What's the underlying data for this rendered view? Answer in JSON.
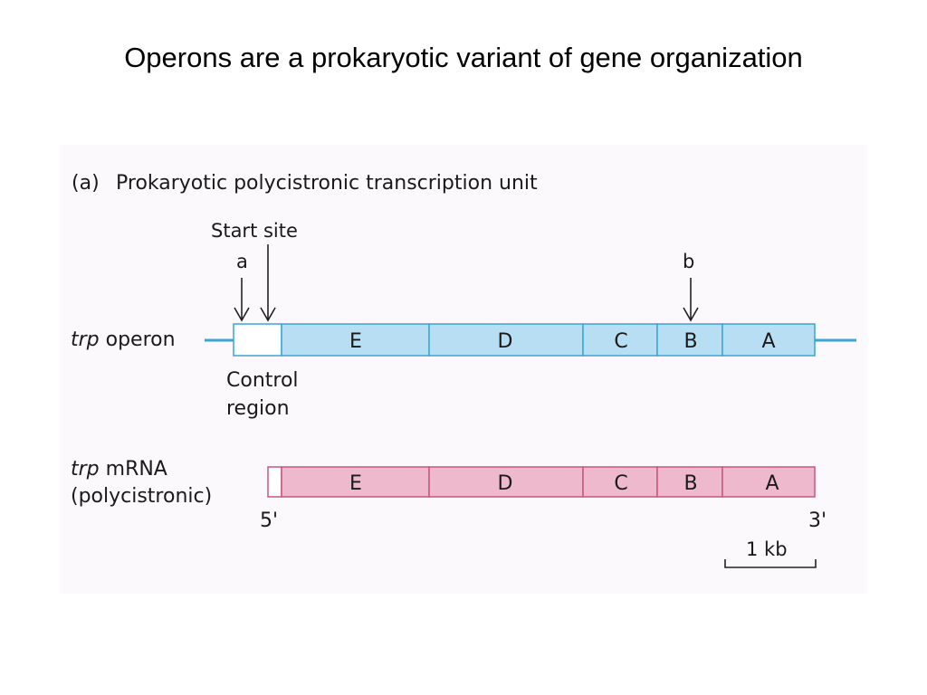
{
  "slide": {
    "title": "Operons are a prokaryotic variant of gene organization"
  },
  "figure": {
    "panel_label": "(a)",
    "panel_title": "Prokaryotic polycistronic transcription unit",
    "start_site_label": "Start site",
    "marker_a": "a",
    "marker_b": "b",
    "operon_label_italic": "trp",
    "operon_label_rest": " operon",
    "control_region_line1": "Control",
    "control_region_line2": "region",
    "mrna_label_italic": "trp",
    "mrna_label_rest": " mRNA",
    "mrna_label_line2": "(polycistronic)",
    "five_prime": "5'",
    "three_prime": "3'",
    "scale_label": "1 kb",
    "operon_genes": [
      "E",
      "D",
      "C",
      "B",
      "A"
    ],
    "mrna_genes": [
      "E",
      "D",
      "C",
      "B",
      "A"
    ]
  },
  "colors": {
    "dna_fill": "#b7def2",
    "dna_stroke": "#3aa6d0",
    "mrna_fill": "#eeb9cc",
    "mrna_stroke": "#c4587f",
    "panel_bg": "#fbf9fc"
  }
}
